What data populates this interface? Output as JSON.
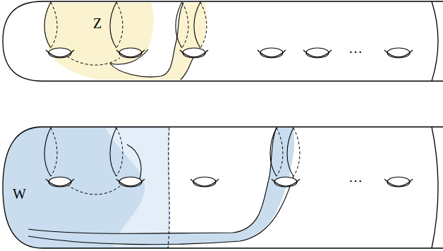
{
  "diagram": {
    "nodes": [
      {
        "text": [
          "Z"
        ]
      },
      {
        "text": [
          "W"
        ]
      }
    ],
    "labels": [
      "⋯",
      "⋯"
    ]
  }
}
